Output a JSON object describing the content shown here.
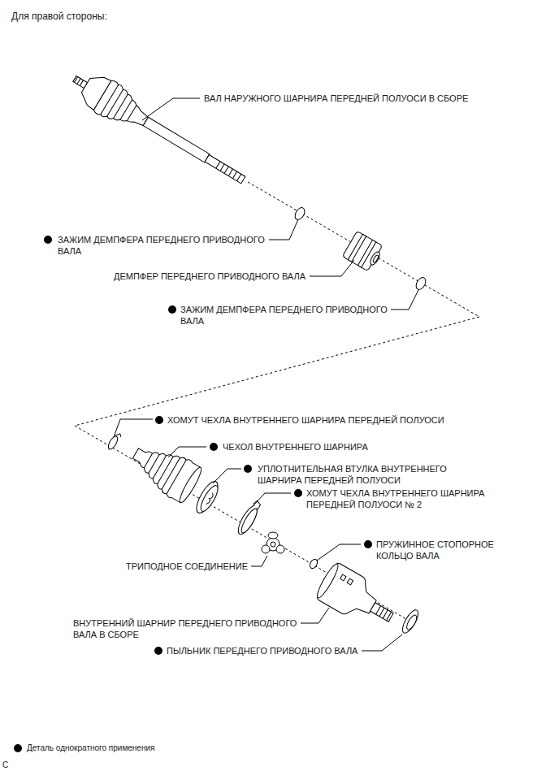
{
  "diagram": {
    "title": "Для правой стороны:",
    "labels": [
      "ВАЛ НАРУЖНОГО ШАРНИРА ПЕРЕДНЕЙ ПОЛУОСИ В СБОРЕ",
      "ЗАЖИМ ДЕМПФЕРА ПЕРЕДНЕГО ПРИВОДНОГО ВАЛА",
      "ДЕМПФЕР ПЕРЕДНЕГО ПРИВОДНОГО ВАЛА",
      "ЗАЖИМ ДЕМПФЕРА ПЕРЕДНЕГО ПРИВОДНОГО ВАЛА",
      "ХОМУТ ЧЕХЛА ВНУТРЕННЕГО ШАРНИРА ПЕРЕДНЕЙ ПОЛУОСИ",
      "ЧЕХОЛ ВНУТРЕННЕГО ШАРНИРА",
      "УПЛОТНИТЕЛЬНАЯ ВТУЛКА ВНУТРЕННЕГО ШАРНИРА ПЕРЕДНЕЙ ПОЛУОСИ",
      "ХОМУТ ЧЕХЛА ВНУТРЕННЕГО ШАРНИРА ПЕРЕДНЕЙ ПОЛУОСИ № 2",
      "ПРУЖИННОЕ СТОПОРНОЕ КОЛЬЦО ВАЛА",
      "ТРИПОДНОЕ СОЕДИНЕНИЕ",
      "ВНУТРЕННИЙ ШАРНИР ПЕРЕДНЕГО ПРИВОДНОГО ВАЛА В СБОРЕ",
      "ПЫЛЬНИК ПЕРЕДНЕГО ПРИВОДНОГО ВАЛА",
      "C"
    ],
    "legend": [
      {
        "text": "Деталь однократного применения"
      }
    ]
  }
}
